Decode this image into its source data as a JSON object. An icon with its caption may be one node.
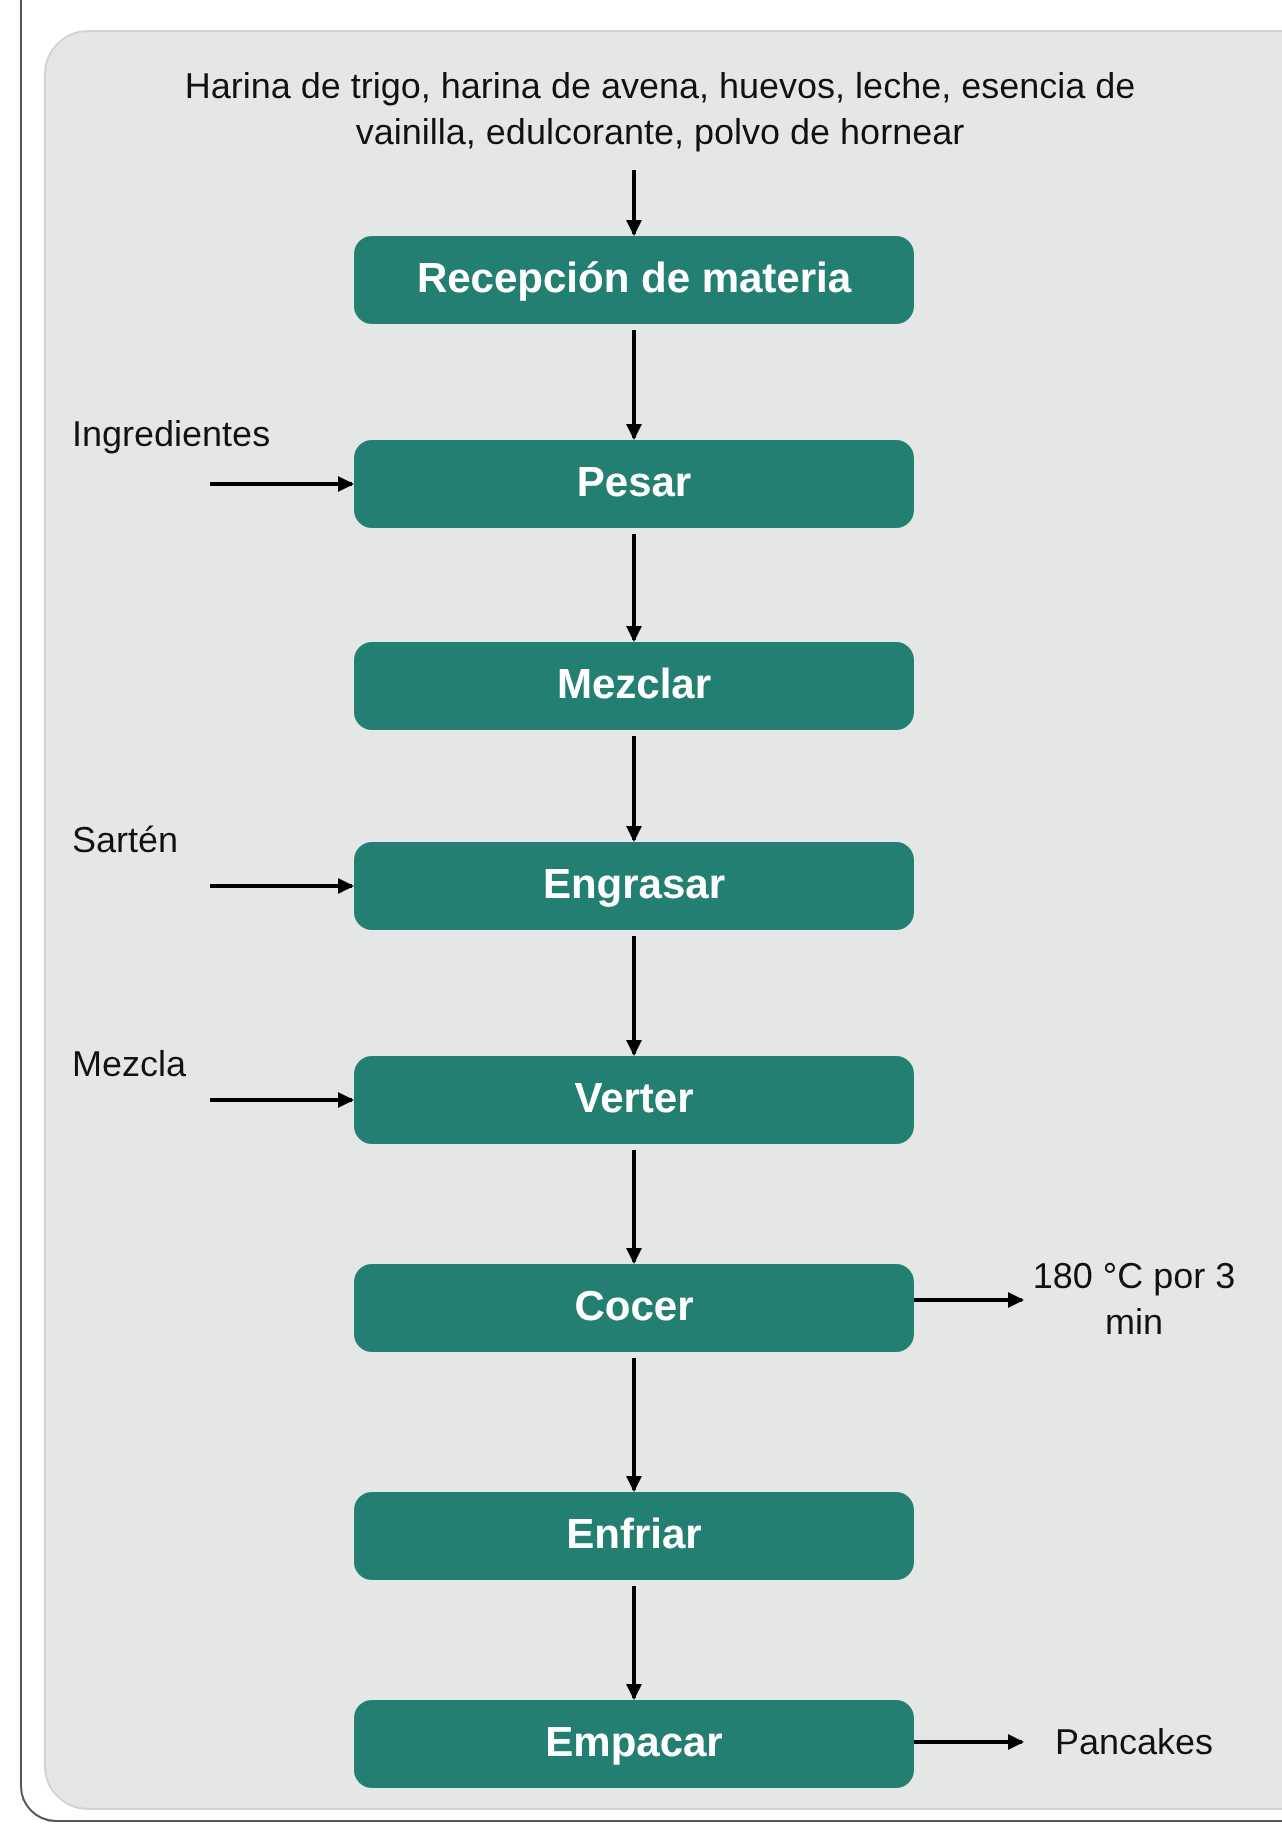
{
  "diagram": {
    "nodes": [
      {
        "text": [
          "Harina de trigo, harina de avena, huevos, leche, esencia de vainilla, edulcorante, polvo de hornear"
        ]
      },
      {
        "text": [
          "Recepción de materia"
        ]
      },
      {
        "text": [
          "Pesar"
        ]
      },
      {
        "text": [
          "Mezclar"
        ]
      },
      {
        "text": [
          "Engrasar"
        ]
      },
      {
        "text": [
          "Verter"
        ]
      },
      {
        "text": [
          "Cocer"
        ]
      },
      {
        "text": [
          "Enfriar"
        ]
      },
      {
        "text": [
          "Empacar"
        ]
      },
      {
        "text": [
          "Ingredientes"
        ]
      },
      {
        "text": [
          "Sartén"
        ]
      },
      {
        "text": [
          "Mezcla"
        ]
      },
      {
        "text": [
          "180 °C por 3 min"
        ]
      },
      {
        "text": [
          "Pancakes"
        ]
      }
    ],
    "edges": [
      {
        "from": 0,
        "to": 1,
        "arrow": "to"
      },
      {
        "from": 1,
        "to": 2,
        "arrow": "to"
      },
      {
        "from": 2,
        "to": 3,
        "arrow": "to"
      },
      {
        "from": 3,
        "to": 4,
        "arrow": "to"
      },
      {
        "from": 4,
        "to": 5,
        "arrow": "to"
      },
      {
        "from": 5,
        "to": 6,
        "arrow": "to"
      },
      {
        "from": 6,
        "to": 7,
        "arrow": "to"
      },
      {
        "from": 7,
        "to": 8,
        "arrow": "to"
      },
      {
        "from": 9,
        "to": 2,
        "arrow": "to"
      },
      {
        "from": 10,
        "to": 4,
        "arrow": "to"
      },
      {
        "from": 11,
        "to": 5,
        "arrow": "to"
      },
      {
        "from": 6,
        "to": 12,
        "arrow": "to"
      },
      {
        "from": 8,
        "to": 13,
        "arrow": "to"
      }
    ]
  }
}
